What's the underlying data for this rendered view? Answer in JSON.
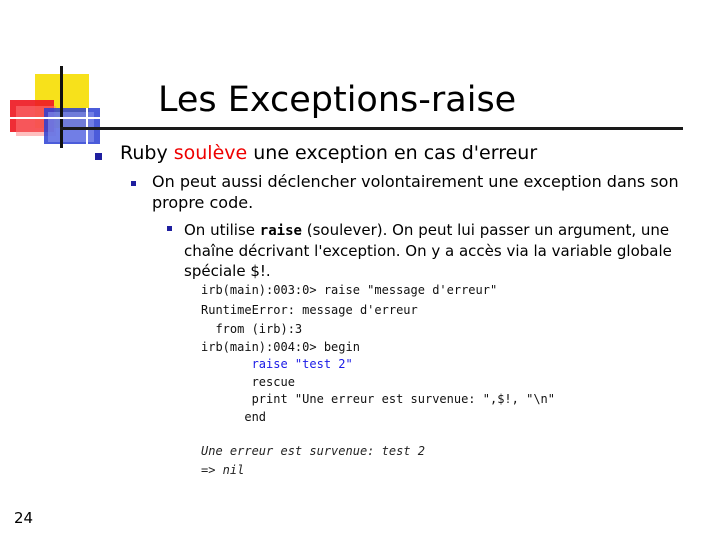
{
  "slide": {
    "title": "Les Exceptions-raise",
    "page_number": "24"
  },
  "bullets": {
    "level1": {
      "prefix": "Ruby ",
      "highlight": "soulève",
      "suffix": " une exception en cas d'erreur"
    },
    "level2": {
      "text": "On peut aussi déclencher volontairement une exception dans son propre code."
    },
    "level3": {
      "prefix": "On utilise ",
      "keyword": "raise",
      "suffix": " (soulever). On peut lui passer un argument, une chaîne décrivant l'exception. On y a accès via la variable globale spéciale $!."
    }
  },
  "code": {
    "line1": "irb(main):003:0> raise \"message d'erreur\"",
    "line2": "RuntimeError: message d'erreur",
    "line3": "  from (irb):3",
    "line4": "irb(main):004:0> begin",
    "line5": "       raise \"test 2\"",
    "line6": "       rescue",
    "line7": "       print \"Une erreur est survenue: \",$!, \"\\n\"",
    "line8": "      end",
    "output1": "Une erreur est survenue: test 2",
    "output2": "=> nil"
  },
  "colors": {
    "highlight": "#ee0000",
    "code_blue": "#1a1ae6",
    "bullet": "#1f1f9f"
  }
}
